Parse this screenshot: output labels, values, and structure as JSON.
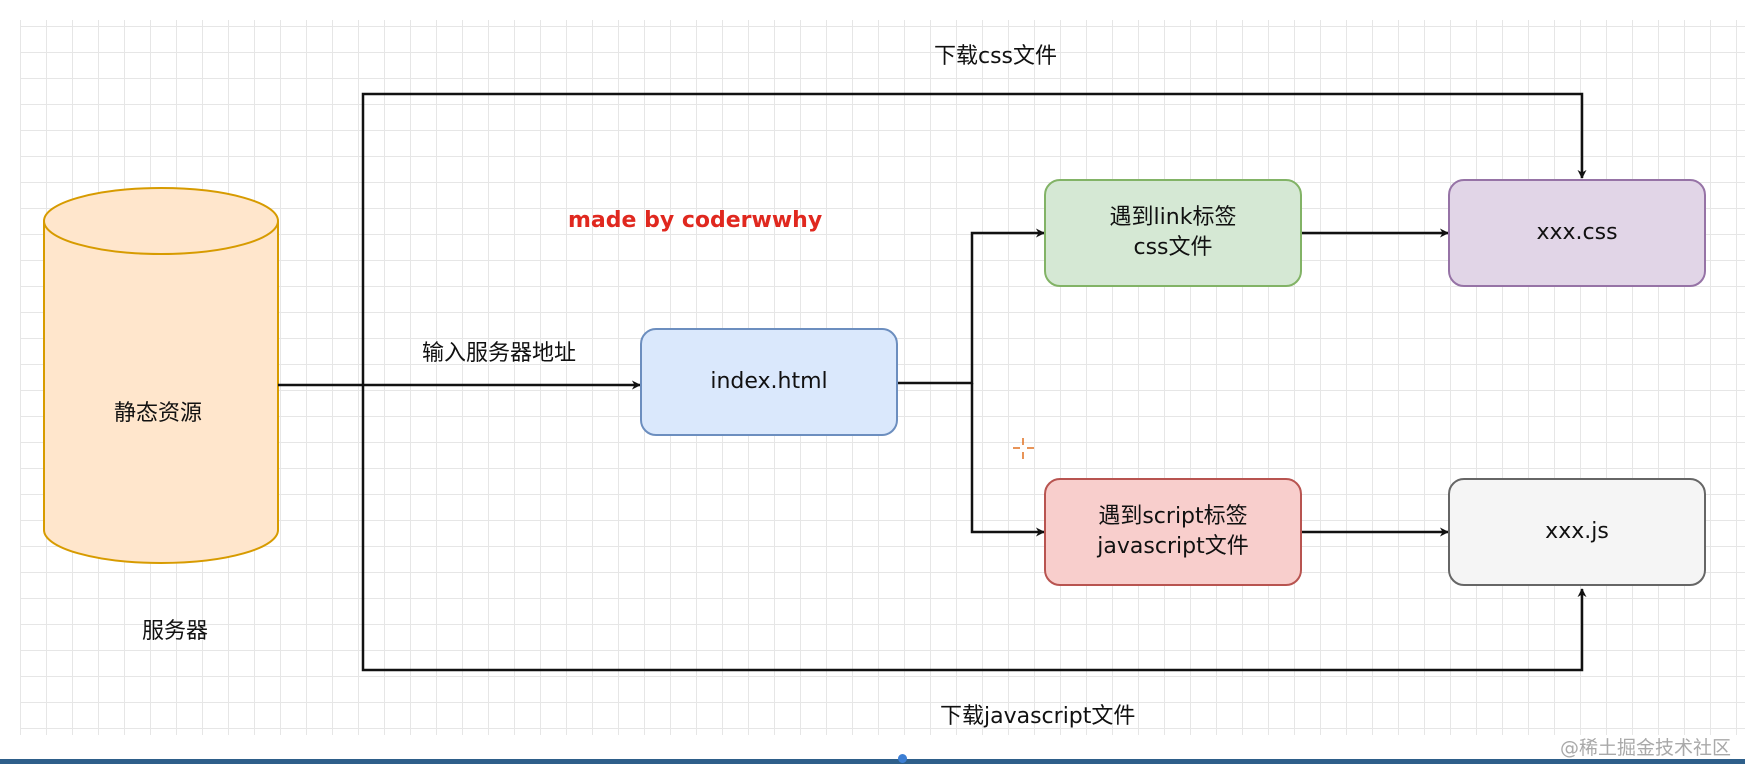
{
  "diagram": {
    "credit": "made by coderwwhy",
    "server": {
      "label": "静态资源",
      "caption": "服务器"
    },
    "edges": {
      "input_address": "输入服务器地址",
      "download_css": "下载css文件",
      "download_js": "下载javascript文件"
    },
    "nodes": {
      "index": {
        "label": "index.html"
      },
      "link": {
        "line1": "遇到link标签",
        "line2": "css文件"
      },
      "script": {
        "line1": "遇到script标签",
        "line2": "javascript文件"
      },
      "css_file": {
        "label": "xxx.css"
      },
      "js_file": {
        "label": "xxx.js"
      }
    },
    "colors": {
      "cylinder_fill": "#ffe6cc",
      "cylinder_stroke": "#d79b00",
      "index_fill": "#dae8fc",
      "index_stroke": "#6c8ebf",
      "link_fill": "#d5e8d4",
      "link_stroke": "#82b366",
      "script_fill": "#f8cecc",
      "script_stroke": "#b85450",
      "css_fill": "#e1d5e7",
      "css_stroke": "#9673a6",
      "js_fill": "#f5f5f5",
      "js_stroke": "#666666",
      "selection": "#e07020",
      "credit": "#e0281f"
    }
  },
  "watermark": "@稀土掘金技术社区"
}
